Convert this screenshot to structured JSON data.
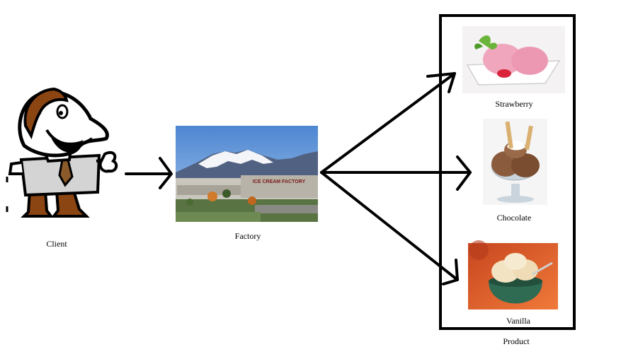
{
  "diagram": {
    "labels": {
      "client": "Client",
      "factory": "Factory",
      "product": "Product",
      "strawberry": "Strawberry",
      "chocolate": "Chocolate",
      "vanilla": "Vanilla",
      "factory_sign": "ICE CREAM FACTORY"
    },
    "colors": {
      "line": "#000000",
      "product_box": "#000000",
      "sky": "#6f9fd8",
      "mountain": "#4a5a78",
      "snow": "#f2f4f8",
      "strawberry_cream": "#f0a6bd",
      "chocolate_cream": "#8a5b3c",
      "vanilla_cream": "#f2e3c2",
      "vanilla_bg": "#e3592b"
    }
  }
}
